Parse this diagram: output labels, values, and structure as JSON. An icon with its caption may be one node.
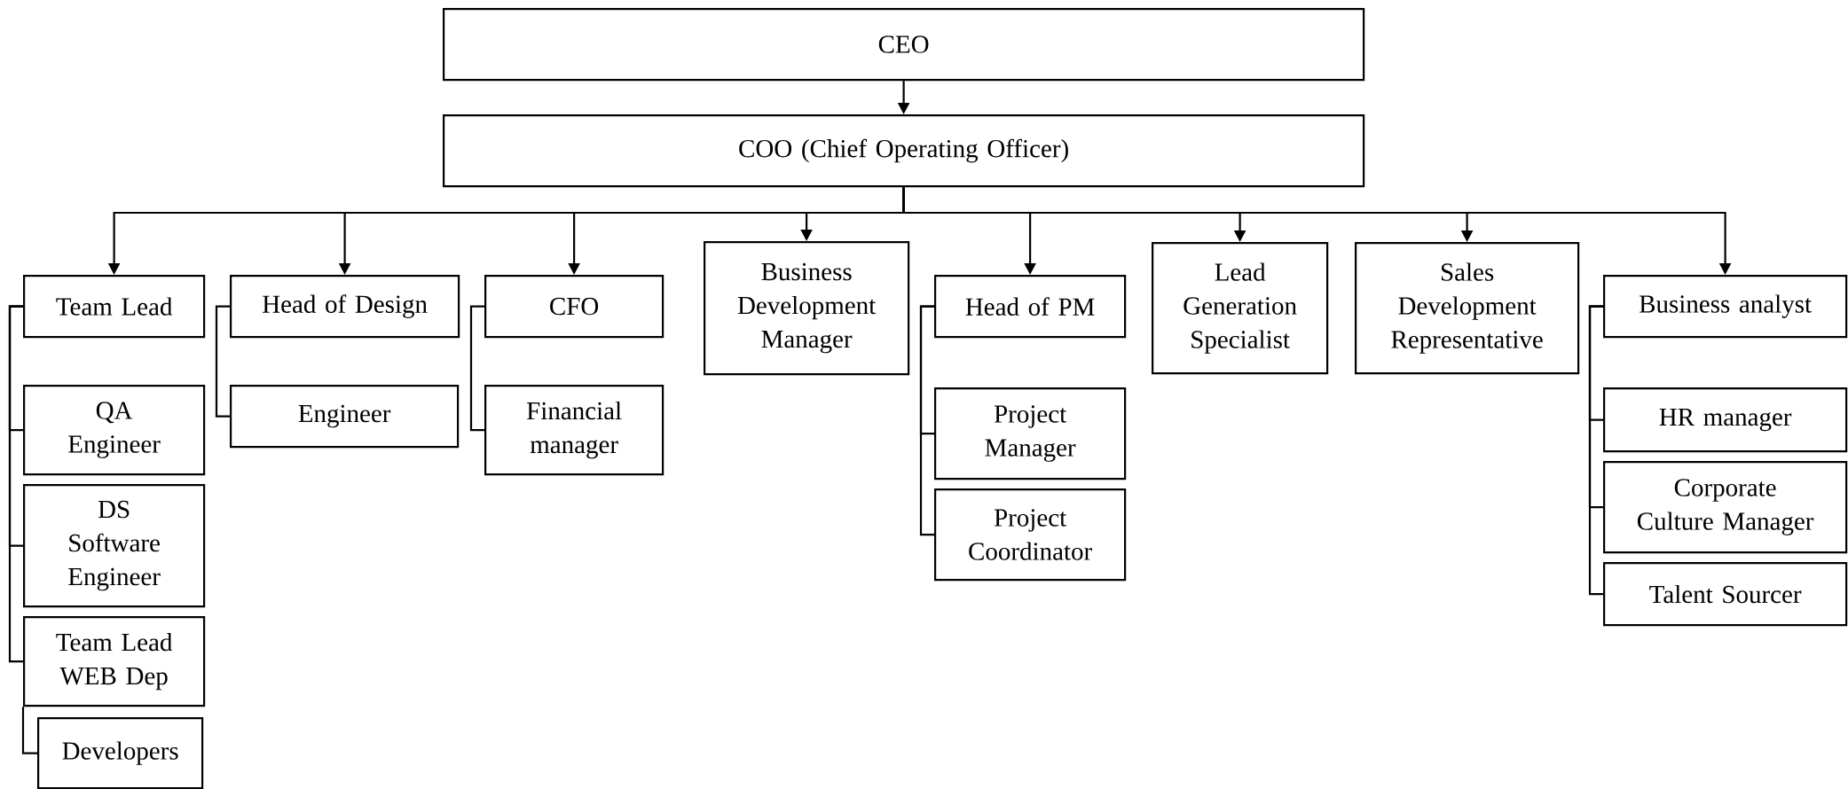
{
  "diagram": {
    "nodes": [
      {
        "text": [
          "CEO"
        ]
      },
      {
        "text": [
          "COO (Chief Operating Officer)"
        ]
      },
      {
        "text": [
          "Team Lead"
        ]
      },
      {
        "text": [
          "QA Engineer"
        ]
      },
      {
        "text": [
          "DS Software Engineer"
        ]
      },
      {
        "text": [
          "Team Lead WEB Dep"
        ]
      },
      {
        "text": [
          "Developers"
        ]
      },
      {
        "text": [
          "Head of Design"
        ]
      },
      {
        "text": [
          "Engineer"
        ]
      },
      {
        "text": [
          "CFO"
        ]
      },
      {
        "text": [
          "Financial manager"
        ]
      },
      {
        "text": [
          "Business Development Manager"
        ]
      },
      {
        "text": [
          "Head of PM"
        ]
      },
      {
        "text": [
          "Project Manager"
        ]
      },
      {
        "text": [
          "Project Coordinator"
        ]
      },
      {
        "text": [
          "Lead Generation Specialist"
        ]
      },
      {
        "text": [
          "Sales Development Representative"
        ]
      },
      {
        "text": [
          "Business analyst"
        ]
      },
      {
        "text": [
          "HR manager"
        ]
      },
      {
        "text": [
          "Corporate Culture Manager"
        ]
      },
      {
        "text": [
          "Talent Sourcer"
        ]
      }
    ],
    "edges": [
      {
        "from": 0,
        "to": 1,
        "arrow": "to"
      },
      {
        "from": 1,
        "to": 2,
        "arrow": "to"
      },
      {
        "from": 1,
        "to": 7,
        "arrow": "to"
      },
      {
        "from": 1,
        "to": 9,
        "arrow": "to"
      },
      {
        "from": 1,
        "to": 11,
        "arrow": "to"
      },
      {
        "from": 1,
        "to": 12,
        "arrow": "to"
      },
      {
        "from": 1,
        "to": 15,
        "arrow": "to"
      },
      {
        "from": 1,
        "to": 16,
        "arrow": "to"
      },
      {
        "from": 1,
        "to": 17,
        "arrow": "to"
      },
      {
        "from": 2,
        "to": 3,
        "arrow": "none"
      },
      {
        "from": 2,
        "to": 4,
        "arrow": "none"
      },
      {
        "from": 2,
        "to": 5,
        "arrow": "none"
      },
      {
        "from": 5,
        "to": 6,
        "arrow": "none"
      },
      {
        "from": 7,
        "to": 8,
        "arrow": "none"
      },
      {
        "from": 9,
        "to": 10,
        "arrow": "none"
      },
      {
        "from": 12,
        "to": 13,
        "arrow": "none"
      },
      {
        "from": 12,
        "to": 14,
        "arrow": "none"
      },
      {
        "from": 17,
        "to": 18,
        "arrow": "none"
      },
      {
        "from": 17,
        "to": 19,
        "arrow": "none"
      },
      {
        "from": 17,
        "to": 20,
        "arrow": "none"
      }
    ]
  }
}
